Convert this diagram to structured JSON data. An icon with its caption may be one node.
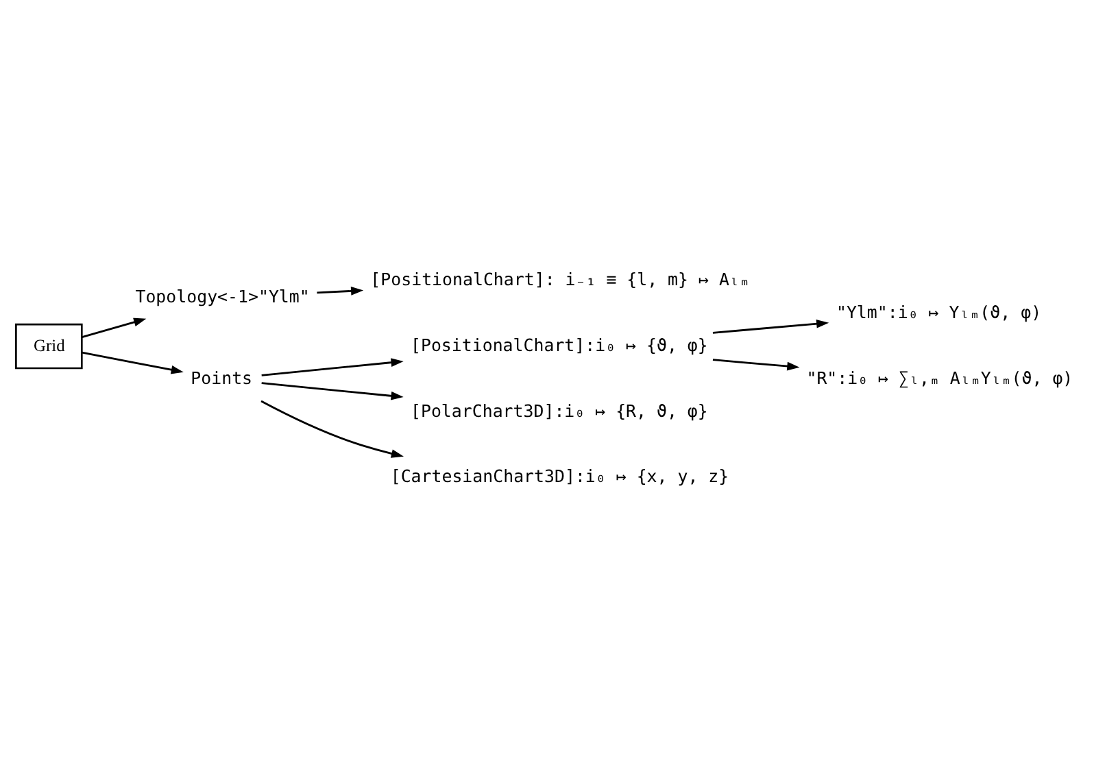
{
  "diagram": {
    "nodes": [
      {
        "text": [
          "Grid"
        ]
      },
      {
        "text": [
          "Topology<-1>\"Ylm\""
        ]
      },
      {
        "text": [
          "[PositionalChart]: i₋₁ ≡ {l, m} ↦ Aₗₘ"
        ]
      },
      {
        "text": [
          "Points"
        ]
      },
      {
        "text": [
          "[PositionalChart]:i₀ ↦ {ϑ, φ}"
        ]
      },
      {
        "text": [
          "\"Ylm\":i₀ ↦ Yₗₘ(ϑ, φ)"
        ]
      },
      {
        "text": [
          "\"R\":i₀ ↦ ∑ₗ,ₘ AₗₘYₗₘ(ϑ, φ)"
        ]
      },
      {
        "text": [
          "[PolarChart3D]:i₀ ↦ {R, ϑ, φ}"
        ]
      },
      {
        "text": [
          "[CartesianChart3D]:i₀ ↦ {x, y, z}"
        ]
      }
    ],
    "edges": [
      {
        "from": 0,
        "to": 1,
        "arrow": "to"
      },
      {
        "from": 0,
        "to": 3,
        "arrow": "to"
      },
      {
        "from": 1,
        "to": 2,
        "arrow": "to"
      },
      {
        "from": 3,
        "to": 4,
        "arrow": "to"
      },
      {
        "from": 4,
        "to": 5,
        "arrow": "to"
      },
      {
        "from": 4,
        "to": 6,
        "arrow": "to"
      },
      {
        "from": 3,
        "to": 7,
        "arrow": "to"
      },
      {
        "from": 3,
        "to": 8,
        "arrow": "to"
      }
    ]
  }
}
